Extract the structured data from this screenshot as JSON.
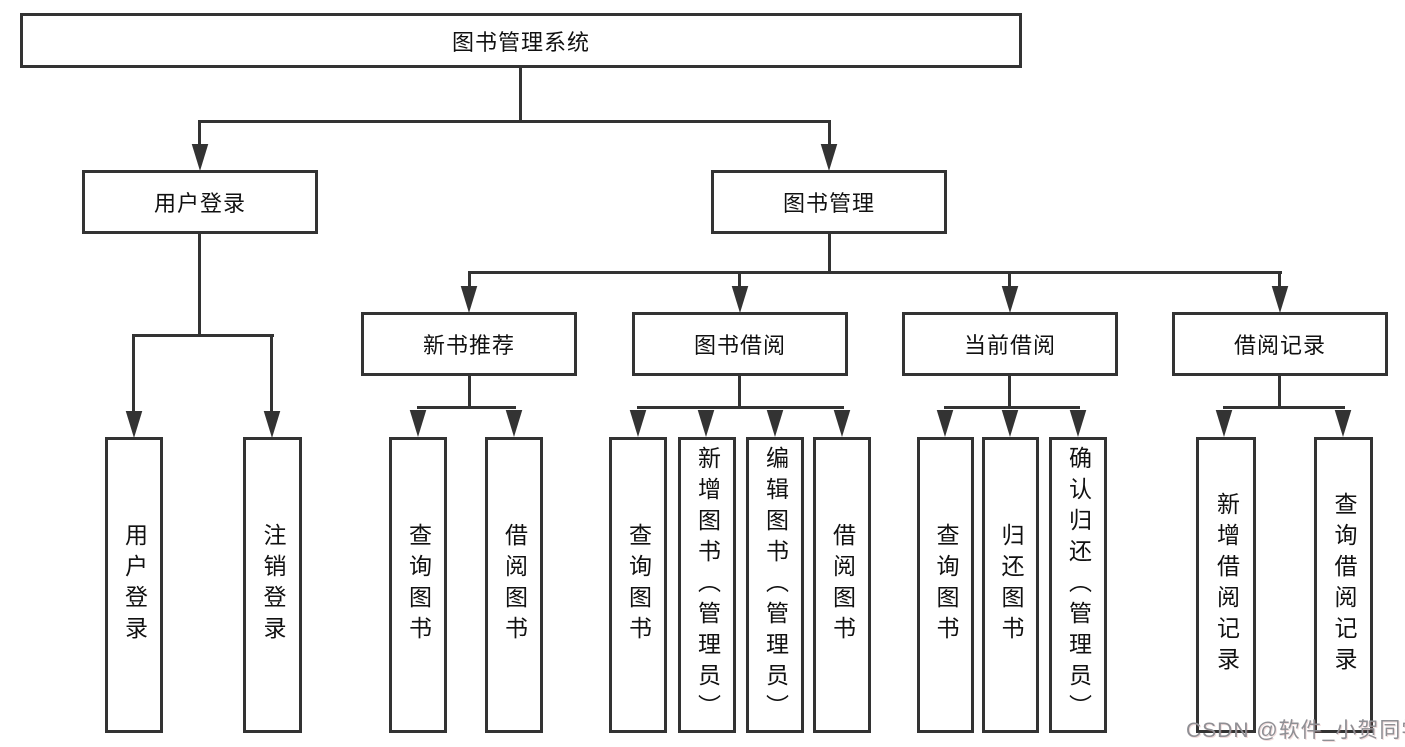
{
  "tree": {
    "label": "图书管理系统",
    "children": [
      {
        "label": "用户登录",
        "children": [
          {
            "label": "用户登录"
          },
          {
            "label": "注销登录"
          }
        ]
      },
      {
        "label": "图书管理",
        "children": [
          {
            "label": "新书推荐",
            "children": [
              {
                "label": "查询图书"
              },
              {
                "label": "借阅图书"
              }
            ]
          },
          {
            "label": "图书借阅",
            "children": [
              {
                "label": "查询图书"
              },
              {
                "label": "新增图书（管理员）"
              },
              {
                "label": "编辑图书（管理员）"
              },
              {
                "label": "借阅图书"
              }
            ]
          },
          {
            "label": "当前借阅",
            "children": [
              {
                "label": "查询图书"
              },
              {
                "label": "归还图书"
              },
              {
                "label": "确认归还（管理员）"
              }
            ]
          },
          {
            "label": "借阅记录",
            "children": [
              {
                "label": "新增借阅记录"
              },
              {
                "label": "查询借阅记录"
              }
            ]
          }
        ]
      }
    ]
  },
  "watermark": "CSDN @软件_小贺同学",
  "colors": {
    "line": "#333333",
    "background": "#ffffff",
    "text": "#111111",
    "watermark": "#8f8f94"
  }
}
